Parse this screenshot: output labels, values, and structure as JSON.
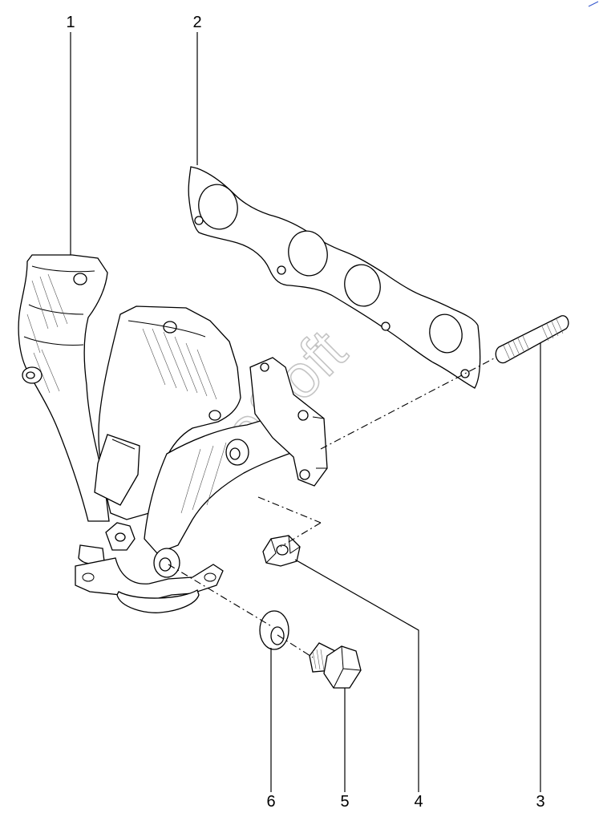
{
  "diagram": {
    "watermark": "AutoSoft",
    "callouts": [
      {
        "id": "1",
        "label": "1",
        "part": "exhaust-manifold"
      },
      {
        "id": "2",
        "label": "2",
        "part": "manifold-gasket"
      },
      {
        "id": "3",
        "label": "3",
        "part": "stud"
      },
      {
        "id": "4",
        "label": "4",
        "part": "flange-nut"
      },
      {
        "id": "5",
        "label": "5",
        "part": "bolt"
      },
      {
        "id": "6",
        "label": "6",
        "part": "washer"
      }
    ]
  }
}
